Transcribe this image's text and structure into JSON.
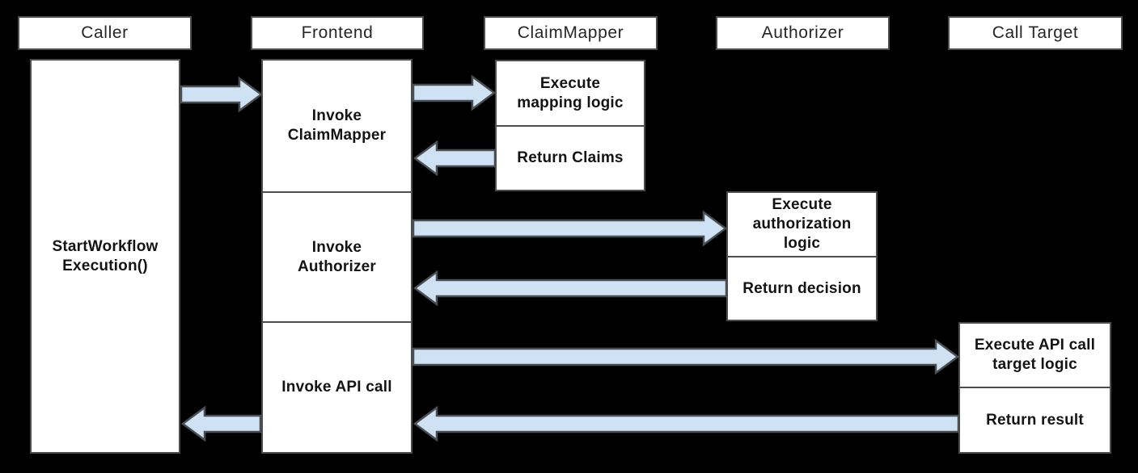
{
  "colors": {
    "background": "#000000",
    "box_fill": "#ffffff",
    "box_border": "#4d4d4d",
    "arrow_fill": "#cfe2f3",
    "arrow_stroke": "#4a4f54",
    "text": "#262626"
  },
  "actors": [
    {
      "id": "caller",
      "label": "Caller"
    },
    {
      "id": "frontend",
      "label": "Frontend"
    },
    {
      "id": "claimmapper",
      "label": "ClaimMapper"
    },
    {
      "id": "authorizer",
      "label": "Authorizer"
    },
    {
      "id": "calltarget",
      "label": "Call Target"
    }
  ],
  "activations": {
    "caller": {
      "label": "StartWorkflow\nExecution()"
    },
    "frontend": [
      {
        "label": "Invoke\nClaimMapper"
      },
      {
        "label": "Invoke\nAuthorizer"
      },
      {
        "label": "Invoke API call"
      }
    ],
    "claimmapper": [
      {
        "label": "Execute\nmapping logic"
      },
      {
        "label": "Return Claims"
      }
    ],
    "authorizer": [
      {
        "label": "Execute\nauthorization\nlogic"
      },
      {
        "label": "Return decision"
      }
    ],
    "calltarget": [
      {
        "label": "Execute API call\ntarget logic"
      },
      {
        "label": "Return result"
      }
    ]
  },
  "flows": [
    {
      "from": "Caller",
      "to": "Frontend",
      "direction": "right"
    },
    {
      "from": "Frontend",
      "to": "ClaimMapper",
      "direction": "right"
    },
    {
      "from": "ClaimMapper",
      "to": "Frontend",
      "direction": "left"
    },
    {
      "from": "Frontend",
      "to": "Authorizer",
      "direction": "right"
    },
    {
      "from": "Authorizer",
      "to": "Frontend",
      "direction": "left"
    },
    {
      "from": "Frontend",
      "to": "Call Target",
      "direction": "right"
    },
    {
      "from": "Call Target",
      "to": "Frontend",
      "direction": "left"
    },
    {
      "from": "Frontend",
      "to": "Caller",
      "direction": "left"
    }
  ]
}
